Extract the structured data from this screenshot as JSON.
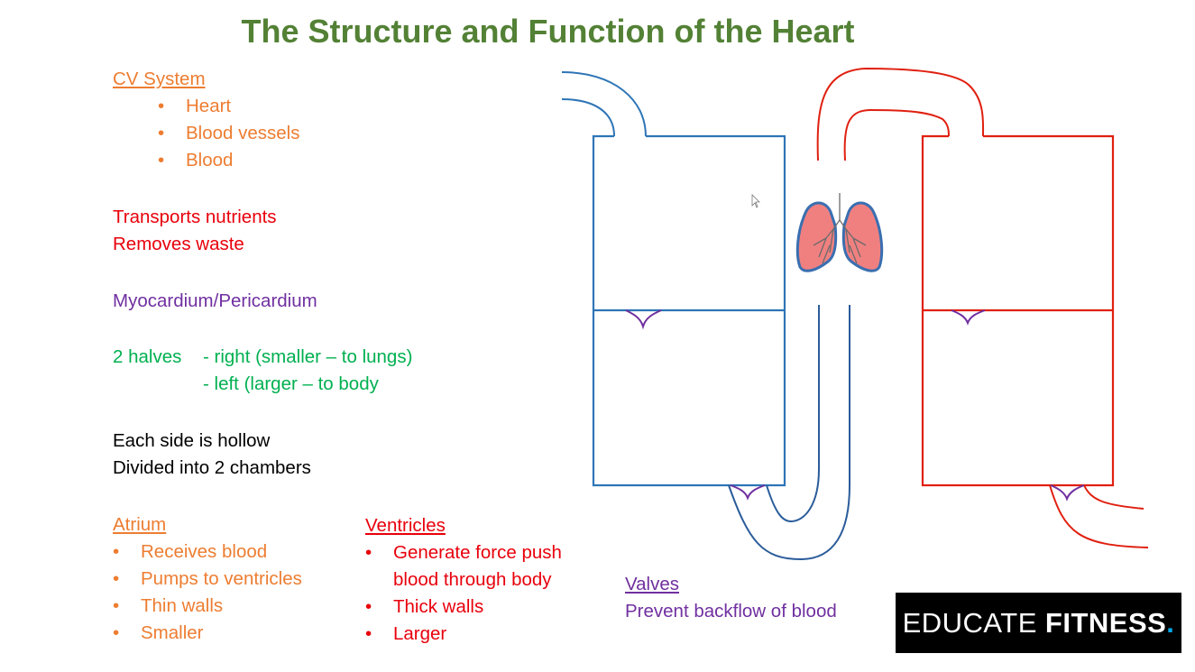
{
  "title": "The Structure and Function of the Heart",
  "cv_system": {
    "heading": "CV System",
    "items": [
      "Heart",
      "Blood vessels",
      "Blood"
    ]
  },
  "functions": {
    "line1": "Transports nutrients",
    "line2": "Removes waste"
  },
  "layers": "Myocardium/Pericardium",
  "halves": {
    "label": "2 halves",
    "right": "- right (smaller – to lungs)",
    "left": "- left (larger – to body"
  },
  "hollow": {
    "line1": "Each side is hollow",
    "line2": "Divided into 2 chambers"
  },
  "atrium": {
    "heading": "Atrium",
    "items": [
      "Receives blood",
      "Pumps to ventricles",
      "Thin walls",
      "Smaller"
    ]
  },
  "ventricles": {
    "heading": "Ventricles",
    "items": [
      "Generate force push",
      "blood through body",
      "Thick walls",
      "Larger"
    ]
  },
  "valves": {
    "heading": "Valves",
    "text": "Prevent backflow of blood"
  },
  "logo": {
    "word1": "EDUCATE",
    "word2": "FITNESS",
    "dot": "."
  },
  "colors": {
    "title": "#538135",
    "orange": "#ed7d31",
    "red": "#e8000b",
    "purple": "#7030a0",
    "green": "#00b050",
    "deoxygenated_side": "#2e75b6",
    "oxygenated_side": "#e02010",
    "lungs": "#f08080"
  },
  "icons": [
    "lungs-icon",
    "valve-icon",
    "cursor-icon"
  ]
}
